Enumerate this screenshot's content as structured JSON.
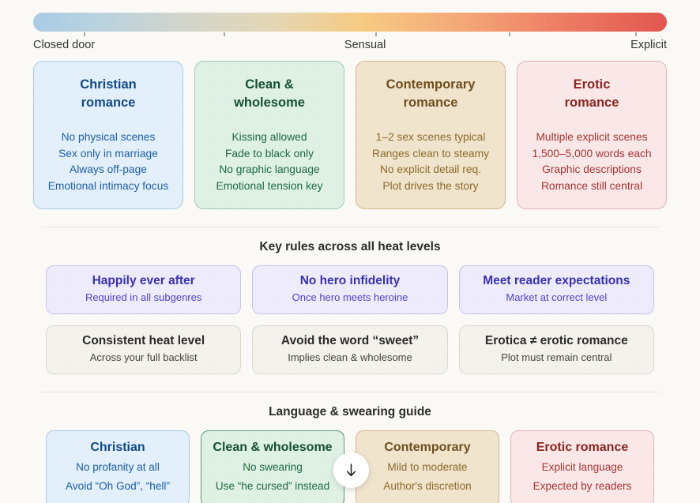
{
  "scale": {
    "labels": {
      "left": "Closed door",
      "middle": "Sensual",
      "right": "Explicit"
    },
    "tick_positions_pct": [
      8,
      30,
      54,
      75,
      95
    ],
    "gradient": {
      "from": "#a9cce6",
      "mid_cream": "#e4d6b4",
      "mid_amber": "#f6cb83",
      "to": "#e2564f"
    }
  },
  "heat_levels": [
    {
      "title": "Christian\nromance",
      "title_line1": "Christian",
      "title_line2": "romance",
      "accent": "#1b5fa8",
      "points": [
        "No physical scenes",
        "Sex only in marriage",
        "Always off-page",
        "Emotional intimacy focus"
      ]
    },
    {
      "title_line1": "Clean &",
      "title_line2": "wholesome",
      "accent": "#1d6b40",
      "points": [
        "Kissing allowed",
        "Fade to black only",
        "No graphic language",
        "Emotional tension key"
      ]
    },
    {
      "title_line1": "Contemporary",
      "title_line2": "romance",
      "accent": "#8c6a2a",
      "points": [
        "1–2 sex scenes typical",
        "Ranges clean to steamy",
        "No explicit detail req.",
        "Plot drives the story"
      ]
    },
    {
      "title_line1": "Erotic",
      "title_line2": "romance",
      "accent": "#a7352f",
      "points": [
        "Multiple explicit scenes",
        "1,500–5,000 words each",
        "Graphic descriptions",
        "Romance still central"
      ]
    }
  ],
  "key_rules": {
    "heading": "Key rules across all heat levels",
    "row1": [
      {
        "title": "Happily ever after",
        "sub": "Required in all subgenres"
      },
      {
        "title": "No hero infidelity",
        "sub": "Once hero meets heroine"
      },
      {
        "title": "Meet reader expectations",
        "sub": "Market at correct level"
      }
    ],
    "row2": [
      {
        "title": "Consistent heat level",
        "sub": "Across your full backlist"
      },
      {
        "title": "Avoid the word “sweet”",
        "sub": "Implies clean & wholesome"
      },
      {
        "title": "Erotica ≠ erotic romance",
        "sub": "Plot must remain central"
      }
    ]
  },
  "language_guide": {
    "heading": "Language & swearing guide",
    "cards": [
      {
        "title": "Christian",
        "line1": "No profanity at all",
        "line2": "Avoid “Oh God”, “hell”"
      },
      {
        "title": "Clean & wholesome",
        "line1": "No swearing",
        "line2": "Use “he cursed” instead"
      },
      {
        "title": "Contemporary",
        "line1": "Mild to moderate",
        "line2": "Author's discretion"
      },
      {
        "title": "Erotic romance",
        "line1": "Explicit language",
        "line2": "Expected by readers"
      }
    ]
  },
  "scroll_button": {
    "icon": "arrow-down-icon"
  }
}
